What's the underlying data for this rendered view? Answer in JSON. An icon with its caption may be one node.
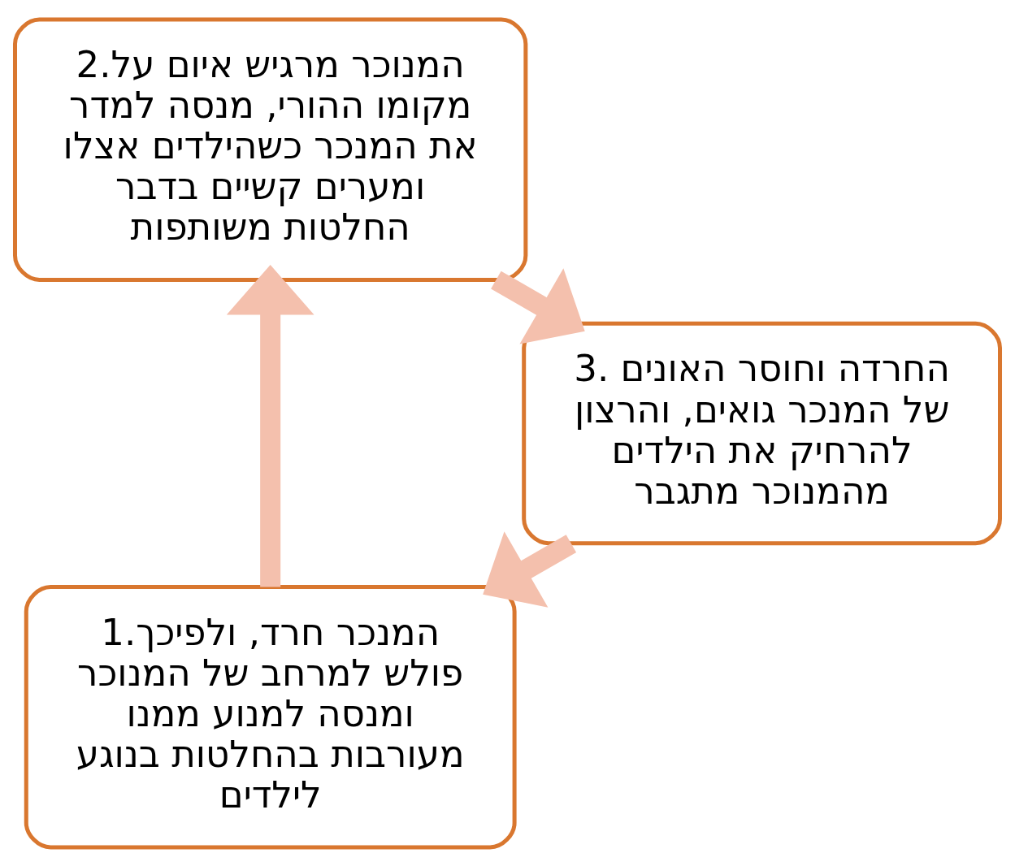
{
  "diagram": {
    "nodes": [
      {
        "text": [
          "1.המנכר חרד, ולפיכך פולש למרחב של המנוכר ומנסה למנוע ממנו מעורבות בהחלטות בנוגע לילדים"
        ]
      },
      {
        "text": [
          "2.המנוכר מרגיש איום על מקומו ההורי, מנסה למדר את המנכר כשהילדים אצלו ומערים קשיים בדבר החלטות משותפות"
        ]
      },
      {
        "text": [
          "3. החרדה וחוסר האונים של המנכר גואים, והרצון להרחיק את הילדים מהמנוכר מתגבר"
        ]
      }
    ],
    "edges": [
      {
        "from": 0,
        "to": 1,
        "arrow": "to"
      },
      {
        "from": 1,
        "to": 2,
        "arrow": "to"
      },
      {
        "from": 2,
        "to": 0,
        "arrow": "to"
      }
    ]
  }
}
